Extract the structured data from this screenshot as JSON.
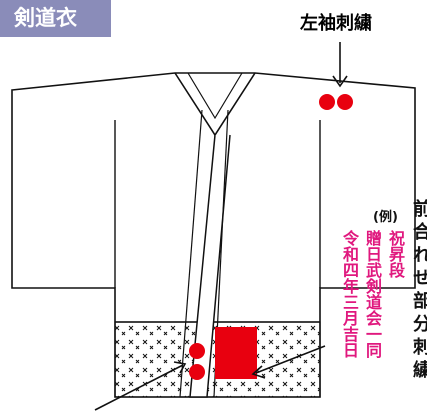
{
  "title": "剣道衣",
  "left_sleeve_label": "左袖刺繍",
  "example_label": "(例)",
  "right_text_columns": [
    "前",
    "合",
    "れ",
    "せ",
    "部",
    "分",
    "刺",
    "繍"
  ],
  "embroidery_lines": [
    "祝昇段",
    "贈日武剣道会一同",
    "令和四年三月吉日"
  ],
  "colors": {
    "badge": "#8a8cb9",
    "embroidery": "#e0187e",
    "patch": "#e8000f"
  }
}
